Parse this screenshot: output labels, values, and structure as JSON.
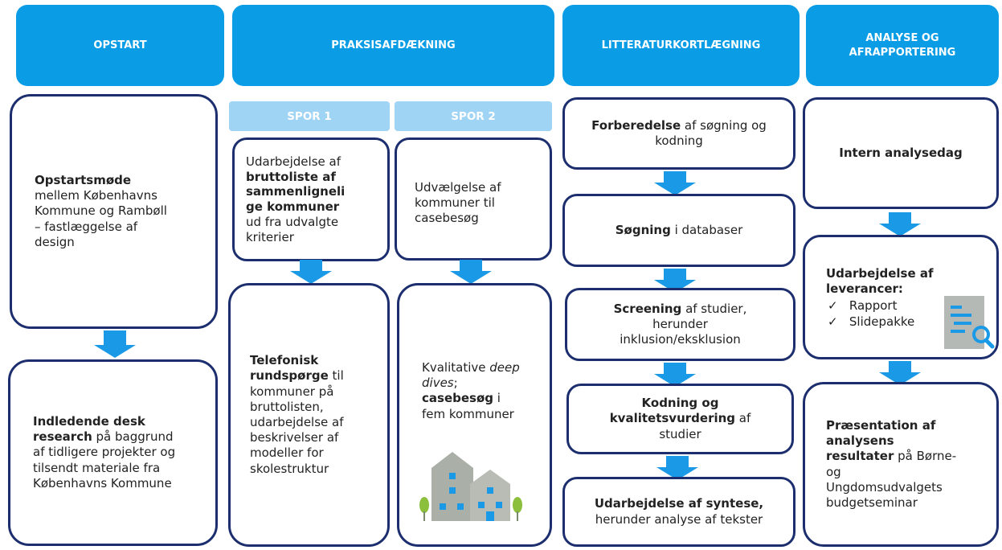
{
  "headers": {
    "opstart": "OPSTART",
    "praksis": "PRAKSISAFDÆKNING",
    "litteratur": "LITTERATURKORTLÆGNING",
    "analyse_line1": "ANALYSE OG",
    "analyse_line2": "AFRAPPORTERING"
  },
  "spor": {
    "spor1": "SPOR 1",
    "spor2": "SPOR 2"
  },
  "opstart": {
    "box1": {
      "bold": "Opstartsmøde",
      "rest_line1": "mellem Københavns",
      "rest_line2": "Kommune og Rambøll",
      "rest_line3": "– fastlæggelse af",
      "rest_line4": "design"
    },
    "box2": {
      "bold1": "Indledende desk",
      "bold2": "research",
      "rest": " på baggrund",
      "line3": "af tidligere projekter og",
      "line4": "tilsendt materiale fra",
      "line5": "Københavns Kommune"
    }
  },
  "spor1": {
    "box1": {
      "l1": "Udarbejdelse af",
      "b1": "bruttoliste af",
      "b2": "sammenligneli",
      "b3": "ge kommuner",
      "l5": "ud fra udvalgte",
      "l6": "kriterier"
    },
    "box2": {
      "b1": "Telefonisk",
      "b2": "rundspørge",
      "r2": " til",
      "l3": "kommuner på",
      "l4": "bruttolisten,",
      "l5": "udarbejdelse af",
      "l6": "beskrivelser af",
      "l7": "modeller for",
      "l8": "skolestruktur"
    }
  },
  "spor2": {
    "box1": {
      "l1": "Udvælgelse af",
      "l2": "kommuner til",
      "l3": "casebesøg"
    },
    "box2": {
      "l1": "Kvalitative ",
      "i1": "deep",
      "i2": "dives",
      "l2b": ";",
      "b1": "casebesøg",
      "r3": " i",
      "l4": "fem kommuner"
    }
  },
  "litteratur": {
    "box1": {
      "bold": "Forberedelse",
      "rest": " af søgning og",
      "l2": "kodning"
    },
    "box2": {
      "bold": "Søgning",
      "rest": " i databaser"
    },
    "box3": {
      "bold": "Screening",
      "rest": " af studier,",
      "l2": "herunder",
      "l3": "inklusion/eksklusion"
    },
    "box4": {
      "b1": "Kodning og",
      "b2": "kvalitetsvurdering",
      "rest": " af",
      "l3": "studier"
    },
    "box5": {
      "bold": "Udarbejdelse af syntese,",
      "l2": "herunder analyse af tekster"
    }
  },
  "analyse": {
    "box1": {
      "bold": "Intern analysedag"
    },
    "box2": {
      "b1": "Udarbejdelse af",
      "b2": "leverancer:",
      "items": [
        "Rapport",
        "Slidepakke"
      ],
      "check": "✓"
    },
    "box3": {
      "b1": "Præsentation af",
      "b2": "analysens",
      "b3": "resultater",
      "rest": " på Børne-",
      "l4": "og",
      "l5": "Ungdomsudvalgets",
      "l6": "budgetseminar"
    }
  },
  "colors": {
    "header": "#0a9de6",
    "spor": "#9fd4f5",
    "border": "#1c2e6e",
    "arrow": "#1a9ae6"
  },
  "icons": [
    "houses-icon",
    "document-search-icon"
  ]
}
